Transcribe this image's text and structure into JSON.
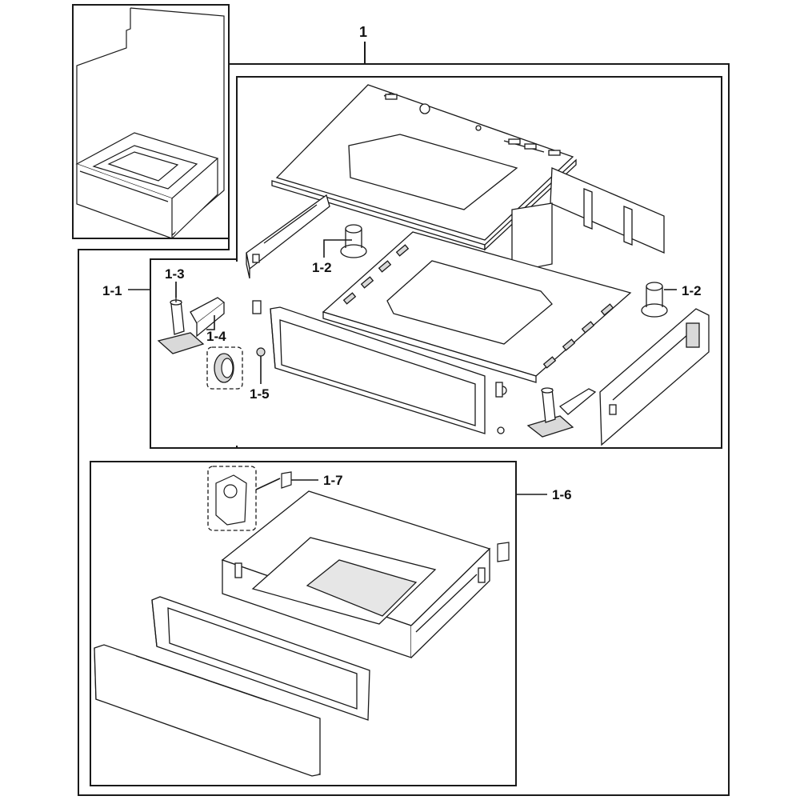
{
  "callouts": {
    "main": "1",
    "hinge_assembly": "1-1",
    "leg_left": "1-2",
    "leg_right": "1-2",
    "leg_leveler": "1-3",
    "hinge_bracket": "1-4",
    "roller": "1-5",
    "drawer_assembly": "1-6",
    "slide_clip": "1-7"
  },
  "colors": {
    "line": "#1a1a1a",
    "paper": "#ffffff",
    "shade": "#d9d9d9"
  }
}
